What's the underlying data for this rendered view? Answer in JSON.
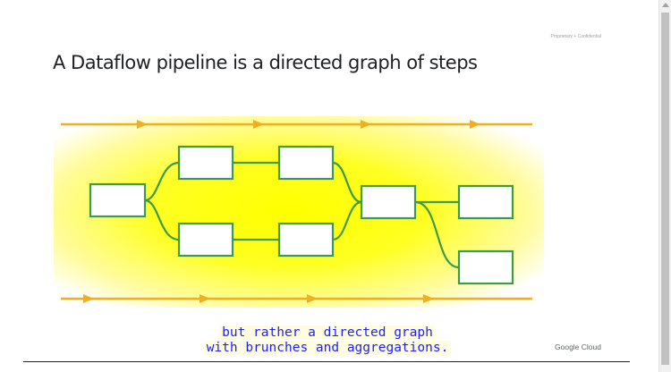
{
  "slide": {
    "confidential_label": "Proprietary + Confidential",
    "title": "A Dataflow pipeline is a directed graph of steps",
    "caption_line1": "but rather a directed graph",
    "caption_line2": "with brunches and aggregations.",
    "brand": "Google Cloud"
  },
  "diagram": {
    "colors": {
      "node_stroke": "#3d9a45",
      "edge": "#3d9a45",
      "arrow": "#f2ae1c",
      "glow": "#ffff00"
    },
    "nodes": [
      "source",
      "branch-top-1",
      "branch-top-2",
      "branch-bottom-1",
      "branch-bottom-2",
      "merge",
      "output-top",
      "output-bottom"
    ]
  }
}
